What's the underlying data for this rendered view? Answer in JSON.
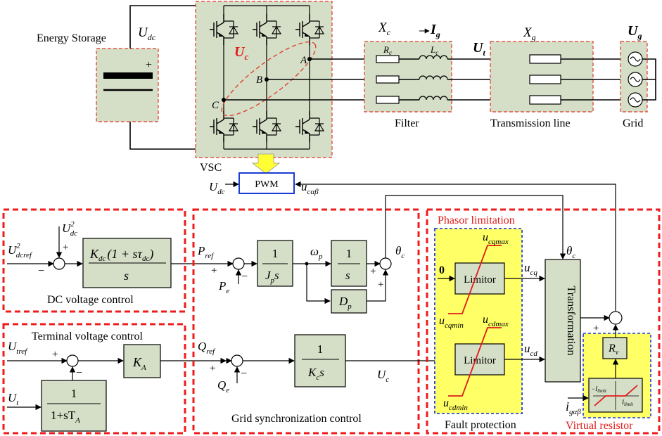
{
  "colors": {
    "block_fill": "#d5dec6",
    "dashed_red": "#ee1c1c",
    "dashed_blue": "#1b3bd8",
    "yellow": "#ffff66",
    "sum_fill": "#ffffff"
  },
  "top": {
    "energy_storage": "Energy Storage",
    "udc_main": "U",
    "udc_sub": "dc",
    "uc_main": "U",
    "uc_sub": "c",
    "node_a": "A",
    "node_b": "B",
    "node_c": "C",
    "plus": "+",
    "vsc": "VSC",
    "pwm": "PWM",
    "udc_in_main": "U",
    "udc_in_sub": "dc",
    "ucab_main": "u",
    "ucab_sub": "cαβ",
    "xc_main": "X",
    "xc_sub": "c",
    "ig_main": "I",
    "ig_sub": "g",
    "ut_main": "U",
    "ut_sub": "t",
    "xg_main": "X",
    "xg_sub": "g",
    "ug_main": "U",
    "ug_sub": "g",
    "rc_main": "R",
    "rc_sub": "c",
    "lc_main": "L",
    "lc_sub": "c",
    "filter": "Filter",
    "transmission": "Transmission line",
    "grid": "Grid"
  },
  "dc_control": {
    "title": "DC voltage control",
    "udcref_main": "U",
    "udcref_sup": "2",
    "udcref_sub": "dcref",
    "udc2_main": "U",
    "udc2_sup": "2",
    "udc2_sub": "dc",
    "plus": "+",
    "minus": "−",
    "gain_k": "K",
    "gain_k_sub": "dc",
    "gain_paren": "(1 + sτ",
    "gain_tau_sub": "dc",
    "gain_close": ")",
    "gain_den": "s"
  },
  "tv_control": {
    "title": "Terminal voltage control",
    "utref_main": "U",
    "utref_sub": "tref",
    "ut_main": "U",
    "ut_sub": "t",
    "plus": "+",
    "minus": "−",
    "ka_main": "K",
    "ka_sub": "A",
    "filter_num": "1",
    "filter_den": "1+sT",
    "filter_den_sub": "A"
  },
  "sync_control": {
    "title": "Grid synchronization control",
    "pref_main": "P",
    "pref_sub": "ref",
    "pe_main": "P",
    "pe_sub": "e",
    "qref_main": "Q",
    "qref_sub": "ref",
    "qe_main": "Q",
    "qe_sub": "e",
    "jp_num": "1",
    "jp_den_main": "J",
    "jp_den_sub": "p",
    "jp_den_s": "s",
    "omega_main": "ω",
    "omega_sub": "p",
    "int_num": "1",
    "int_den": "s",
    "dp_main": "D",
    "dp_sub": "p",
    "theta_main": "θ",
    "theta_sub": "c",
    "kc_num": "1",
    "kc_den_main": "K",
    "kc_den_sub": "c",
    "kc_den_s": "s",
    "uc_main": "U",
    "uc_sub": "c",
    "plus": "+",
    "minus": "−"
  },
  "fault": {
    "phasor_limitation": "Phasor limitation",
    "fault_protection": "Fault protection",
    "virtual_resistor": "Virtual resistor",
    "limiter": "Limitor",
    "zero": "0",
    "ucqmax_main": "u",
    "ucqmax_sub": "cqmax",
    "ucqmin_main": "u",
    "ucqmin_sub": "cqmin",
    "ucdmax_main": "u",
    "ucdmax_sub": "cdmax",
    "ucdmin_main": "u",
    "ucdmin_sub": "cdmin",
    "ucq_main": "u",
    "ucq_sub": "cq",
    "ucd_main": "u",
    "ucd_sub": "cd",
    "theta_main": "θ",
    "theta_sub": "c",
    "transformation": "Transformation",
    "rv_main": "R",
    "rv_sub": "v",
    "ig_main": "i",
    "ig_sub": "gαβ",
    "ilimit_neg": "−I",
    "ilimit_pos": "I",
    "ilimit_sub": "limit",
    "plus": "+"
  }
}
